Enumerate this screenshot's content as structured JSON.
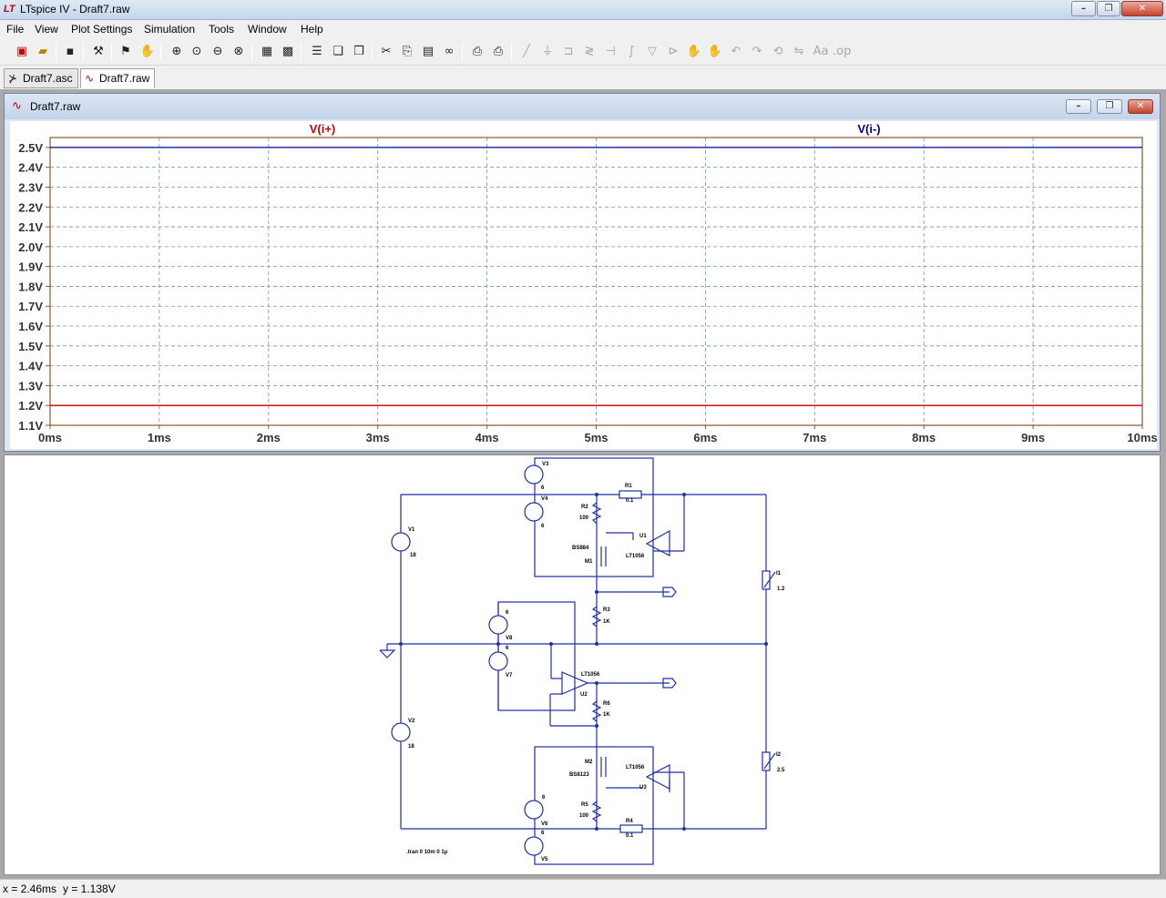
{
  "window": {
    "title": "LTspice IV - Draft7.raw",
    "icon": "lt-logo-icon"
  },
  "menu": [
    "File",
    "View",
    "Plot Settings",
    "Simulation",
    "Tools",
    "Window",
    "Help"
  ],
  "tabs": [
    {
      "label": "Draft7.asc",
      "icon": "schematic-icon"
    },
    {
      "label": "Draft7.raw",
      "icon": "waveform-icon"
    }
  ],
  "plot_window": {
    "title": "Draft7.raw"
  },
  "chart_data": {
    "type": "line",
    "title": "",
    "xlabel": "",
    "ylabel": "",
    "x_ticks": [
      "0ms",
      "1ms",
      "2ms",
      "3ms",
      "4ms",
      "5ms",
      "6ms",
      "7ms",
      "8ms",
      "9ms",
      "10ms"
    ],
    "y_ticks": [
      "2.5V",
      "2.4V",
      "2.3V",
      "2.2V",
      "2.1V",
      "2.0V",
      "1.9V",
      "1.8V",
      "1.7V",
      "1.6V",
      "1.5V",
      "1.4V",
      "1.3V",
      "1.2V",
      "1.1V"
    ],
    "xlim": [
      0,
      10
    ],
    "ylim": [
      1.1,
      2.55
    ],
    "grid": true,
    "series": [
      {
        "name": "V(i+)",
        "color": "#cc0000",
        "x": [
          0,
          10
        ],
        "y": [
          1.2,
          1.2
        ]
      },
      {
        "name": "V(i-)",
        "color": "#000099",
        "x": [
          0,
          10
        ],
        "y": [
          2.5,
          2.5
        ]
      }
    ]
  },
  "schematic": {
    "labels": [
      "V3",
      "6",
      "V4",
      "6",
      "R1",
      "0.1",
      "R2",
      "100",
      "U1",
      "BS884",
      "M1",
      "LT1056",
      "V1",
      "18",
      "I1",
      "1.2",
      "R3",
      "1K",
      "6",
      "V8",
      "6",
      "V7",
      "LT1056",
      "U2",
      "R6",
      "1K",
      "V2",
      "18",
      "I2",
      "2.5",
      "M2",
      "LT1056",
      "BS8123",
      "U3",
      "6",
      "R5",
      "100",
      "6",
      "V6",
      "R4",
      "0.1",
      "V5",
      ".tran 0 10m 0 1µ"
    ]
  },
  "status": {
    "x": "x = 2.46ms",
    "y": "y = 1.138V"
  }
}
